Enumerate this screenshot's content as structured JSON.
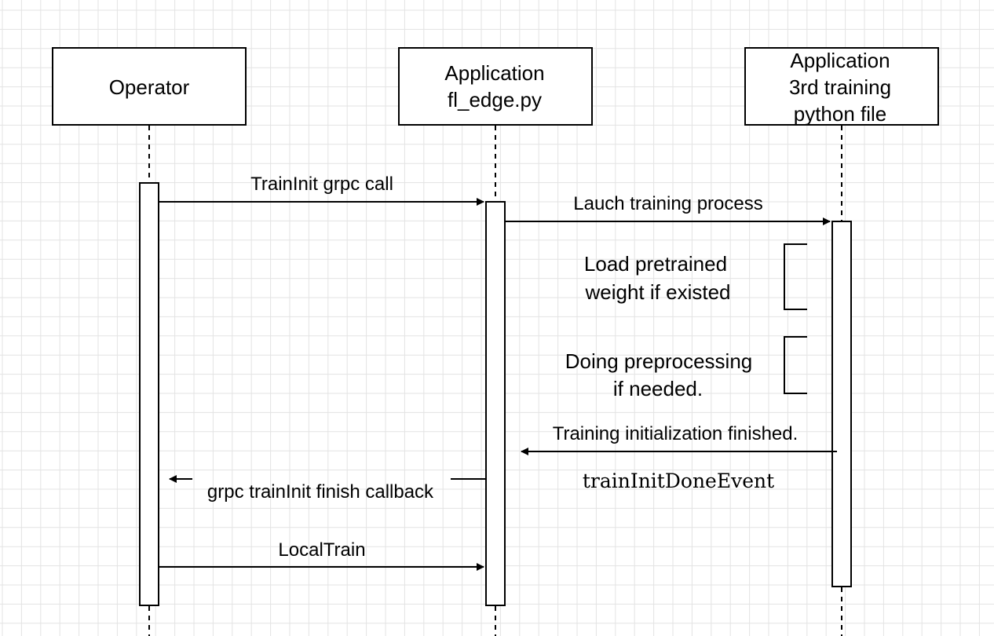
{
  "participants": [
    {
      "lines": [
        "Operator"
      ]
    },
    {
      "lines": [
        "Application",
        "fl_edge.py"
      ]
    },
    {
      "lines": [
        "Application",
        "3rd training",
        "python file"
      ]
    }
  ],
  "messages": {
    "train_init": "TrainInit grpc call",
    "launch_training": "Lauch training process",
    "training_init_finished": "Training initialization finished.",
    "train_init_done_event": "trainInitDoneEvent",
    "finish_callback": "grpc trainInit finish callback",
    "local_train": "LocalTrain"
  },
  "notes": {
    "load_pretrained": [
      "Load pretrained",
      "weight if existed"
    ],
    "preprocessing": [
      "Doing preprocessing",
      "if needed."
    ]
  },
  "colors": {
    "grid": "#e3e3e3",
    "stroke": "#000000",
    "background": "#ffffff"
  }
}
